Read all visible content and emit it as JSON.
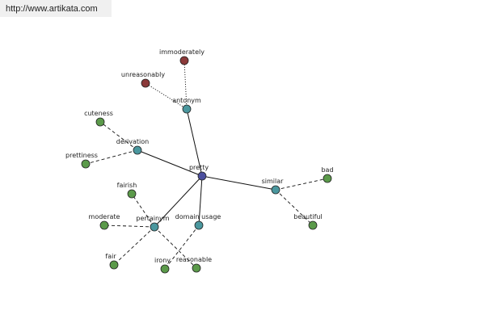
{
  "header": {
    "url": "http://www.artikata.com"
  },
  "colors": {
    "center": "#4b4f9e",
    "relation": "#4a979e",
    "term": "#5b9a4a",
    "antonym_term": "#8b3a3a",
    "node_stroke": "#222222",
    "edge": "#111111"
  },
  "graph": {
    "center": {
      "id": "pretty",
      "label": "pretty"
    },
    "relations": [
      {
        "id": "antonym",
        "label": "antonym"
      },
      {
        "id": "derivation",
        "label": "derivation"
      },
      {
        "id": "similar",
        "label": "similar"
      },
      {
        "id": "pertainym",
        "label": "pertainym"
      },
      {
        "id": "domain-usage",
        "label": "domain usage"
      }
    ],
    "terms": [
      {
        "id": "immoderately",
        "label": "immoderately",
        "relation": "antonym"
      },
      {
        "id": "unreasonably",
        "label": "unreasonably",
        "relation": "antonym"
      },
      {
        "id": "cuteness",
        "label": "cuteness",
        "relation": "derivation"
      },
      {
        "id": "prettiness",
        "label": "prettiness",
        "relation": "derivation"
      },
      {
        "id": "bad",
        "label": "bad",
        "relation": "similar"
      },
      {
        "id": "beautiful",
        "label": "beautiful",
        "relation": "similar"
      },
      {
        "id": "fairish",
        "label": "fairish",
        "relation": "pertainym"
      },
      {
        "id": "moderate",
        "label": "moderate",
        "relation": "pertainym"
      },
      {
        "id": "fair",
        "label": "fair",
        "relation": "pertainym"
      },
      {
        "id": "reasonable",
        "label": "reasonable",
        "relation": "pertainym"
      },
      {
        "id": "irony",
        "label": "irony",
        "relation": "domain-usage"
      }
    ]
  }
}
